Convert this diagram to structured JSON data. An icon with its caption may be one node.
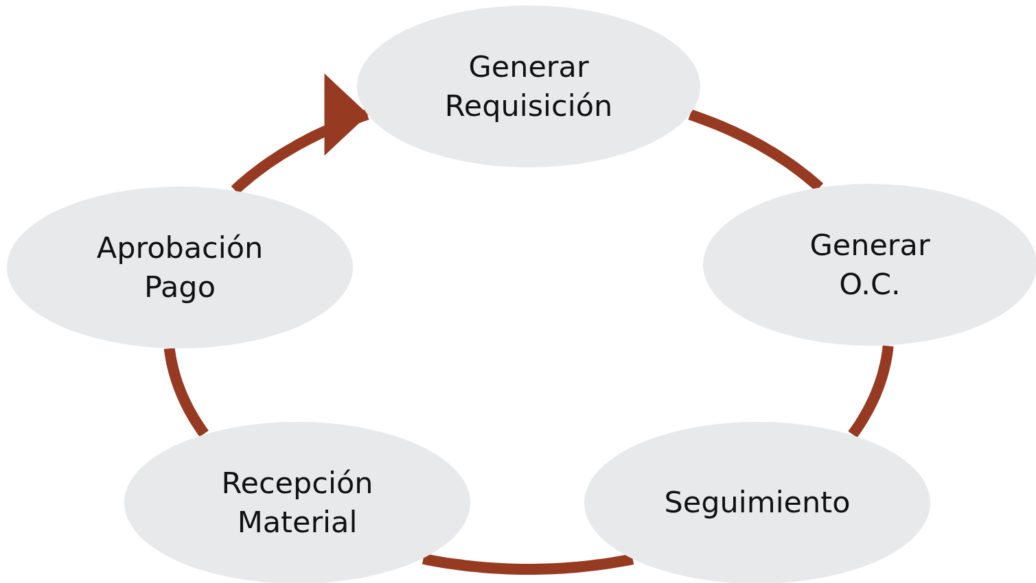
{
  "diagram": {
    "nodes": [
      {
        "text": [
          "Generar Requisición"
        ]
      },
      {
        "text": [
          "Generar O.C."
        ]
      },
      {
        "text": [
          "Seguimiento"
        ]
      },
      {
        "text": [
          "Recepción Material"
        ]
      },
      {
        "text": [
          "Aprobación Pago"
        ]
      }
    ],
    "edges": [
      {
        "from": 0,
        "to": 1,
        "arrow": "none",
        "color": "#973a22"
      },
      {
        "from": 1,
        "to": 2,
        "arrow": "none",
        "color": "#973a22"
      },
      {
        "from": 2,
        "to": 3,
        "arrow": "none",
        "color": "#973a22"
      },
      {
        "from": 3,
        "to": 4,
        "arrow": "none",
        "color": "#973a22"
      },
      {
        "from": 4,
        "to": 0,
        "arrow": "to",
        "color": "#973a22"
      }
    ]
  }
}
